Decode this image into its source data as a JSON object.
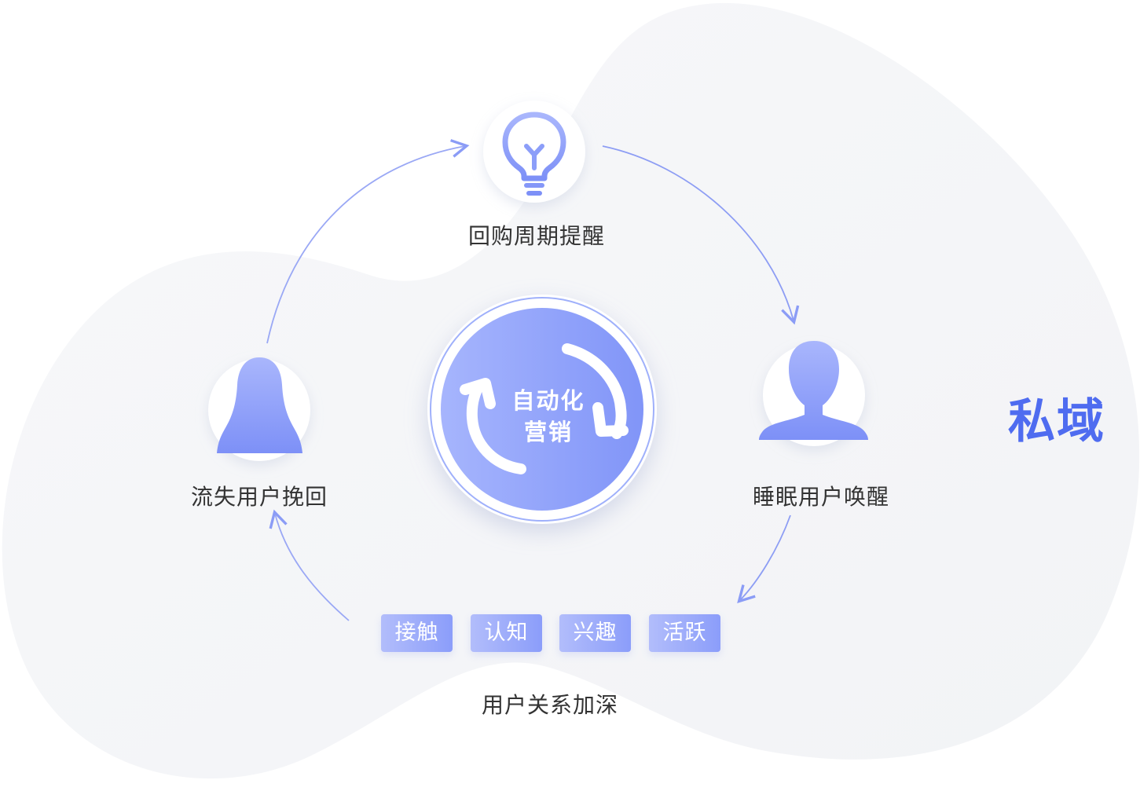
{
  "domain_label": "私域",
  "core": {
    "line1": "自动化",
    "line2": "营销"
  },
  "nodes": {
    "top": {
      "label": "回购周期提醒",
      "icon": "lightbulb-icon"
    },
    "right": {
      "label": "睡眠用户唤醒",
      "icon": "male-user-icon"
    },
    "left": {
      "label": "流失用户挽回",
      "icon": "female-user-icon"
    },
    "bottom": {
      "label": "用户关系加深",
      "tags": [
        "接触",
        "认知",
        "兴趣",
        "活跃"
      ]
    }
  },
  "colors": {
    "accent": "#4f6cf0",
    "icon_gradient_top": "#a7b5fc",
    "icon_gradient_bottom": "#7f92f8",
    "arrow": "#8b9cf6",
    "blob": "#f4f5f8"
  }
}
